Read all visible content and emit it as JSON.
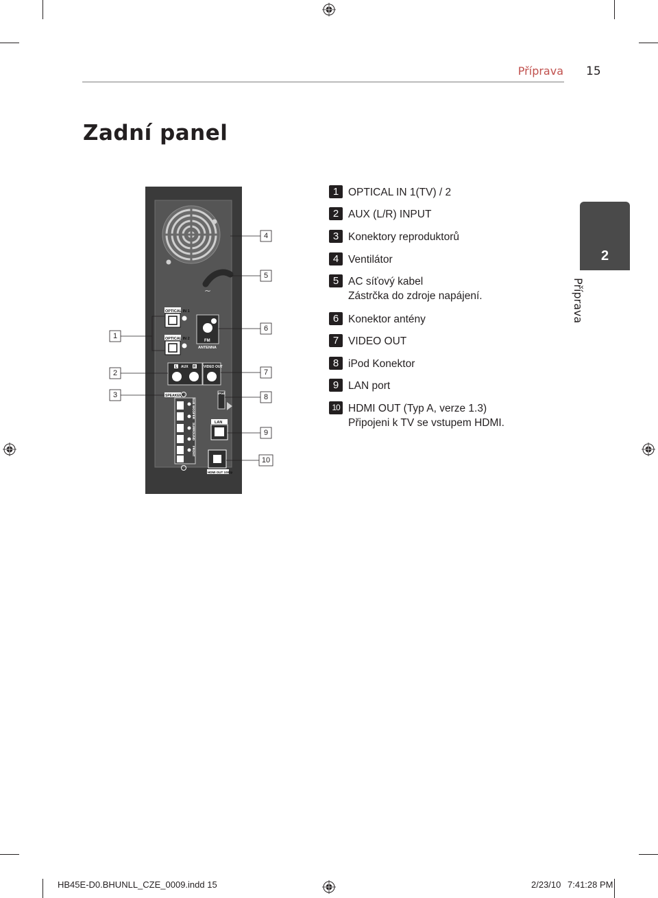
{
  "header": {
    "section": "Příprava",
    "page_number": "15"
  },
  "title": "Zadní panel",
  "legend": [
    {
      "num": "1",
      "lines": [
        "OPTICAL IN 1(TV) / 2"
      ]
    },
    {
      "num": "2",
      "lines": [
        "AUX (L/R) INPUT"
      ]
    },
    {
      "num": "3",
      "lines": [
        "Konektory reproduktorů"
      ]
    },
    {
      "num": "4",
      "lines": [
        "Ventilátor"
      ]
    },
    {
      "num": "5",
      "lines": [
        "AC síťový kabel",
        "Zástrčka do zdroje napájení."
      ]
    },
    {
      "num": "6",
      "lines": [
        "Konektor antény"
      ]
    },
    {
      "num": "7",
      "lines": [
        "VIDEO OUT"
      ]
    },
    {
      "num": "8",
      "lines": [
        "iPod Konektor"
      ]
    },
    {
      "num": "9",
      "lines": [
        "LAN port"
      ]
    },
    {
      "num": "10",
      "lines": [
        "HDMI OUT (Typ A, verze 1.3)",
        "Připojeni k TV se vstupem HDMI."
      ]
    }
  ],
  "side_tab": {
    "number": "2",
    "label": "Příprava"
  },
  "callouts": {
    "left": [
      "1",
      "2",
      "3"
    ],
    "right": [
      "4",
      "5",
      "6",
      "7",
      "8",
      "9",
      "10"
    ]
  },
  "panel": {
    "optical_in_1": "OPTICAL IN 1",
    "optical_in_2": "OPTICAL IN 2",
    "fm": "FM",
    "antenna": "ANTENNA",
    "aux": "AUX",
    "aux_l": "L",
    "aux_r": "R",
    "video_out": "VIDEO OUT",
    "speakers": "SPEAKERS",
    "lan": "LAN",
    "hdmi_out": "HDMI OUT 1080p",
    "ipod": "iPod",
    "front": "FRONT",
    "surround": "SURROUND",
    "subwoofer": "SUB WOOFER"
  },
  "footer": {
    "file": "HB45E-D0.BHUNLL_CZE_0009.indd   15",
    "date": "2/23/10",
    "time": "7:41:28 PM"
  },
  "colors": {
    "accent": "#c0504d",
    "tab": "#4a4a4a",
    "panel_dark": "#3a3a3a",
    "panel_inner": "#4b4b4b"
  }
}
